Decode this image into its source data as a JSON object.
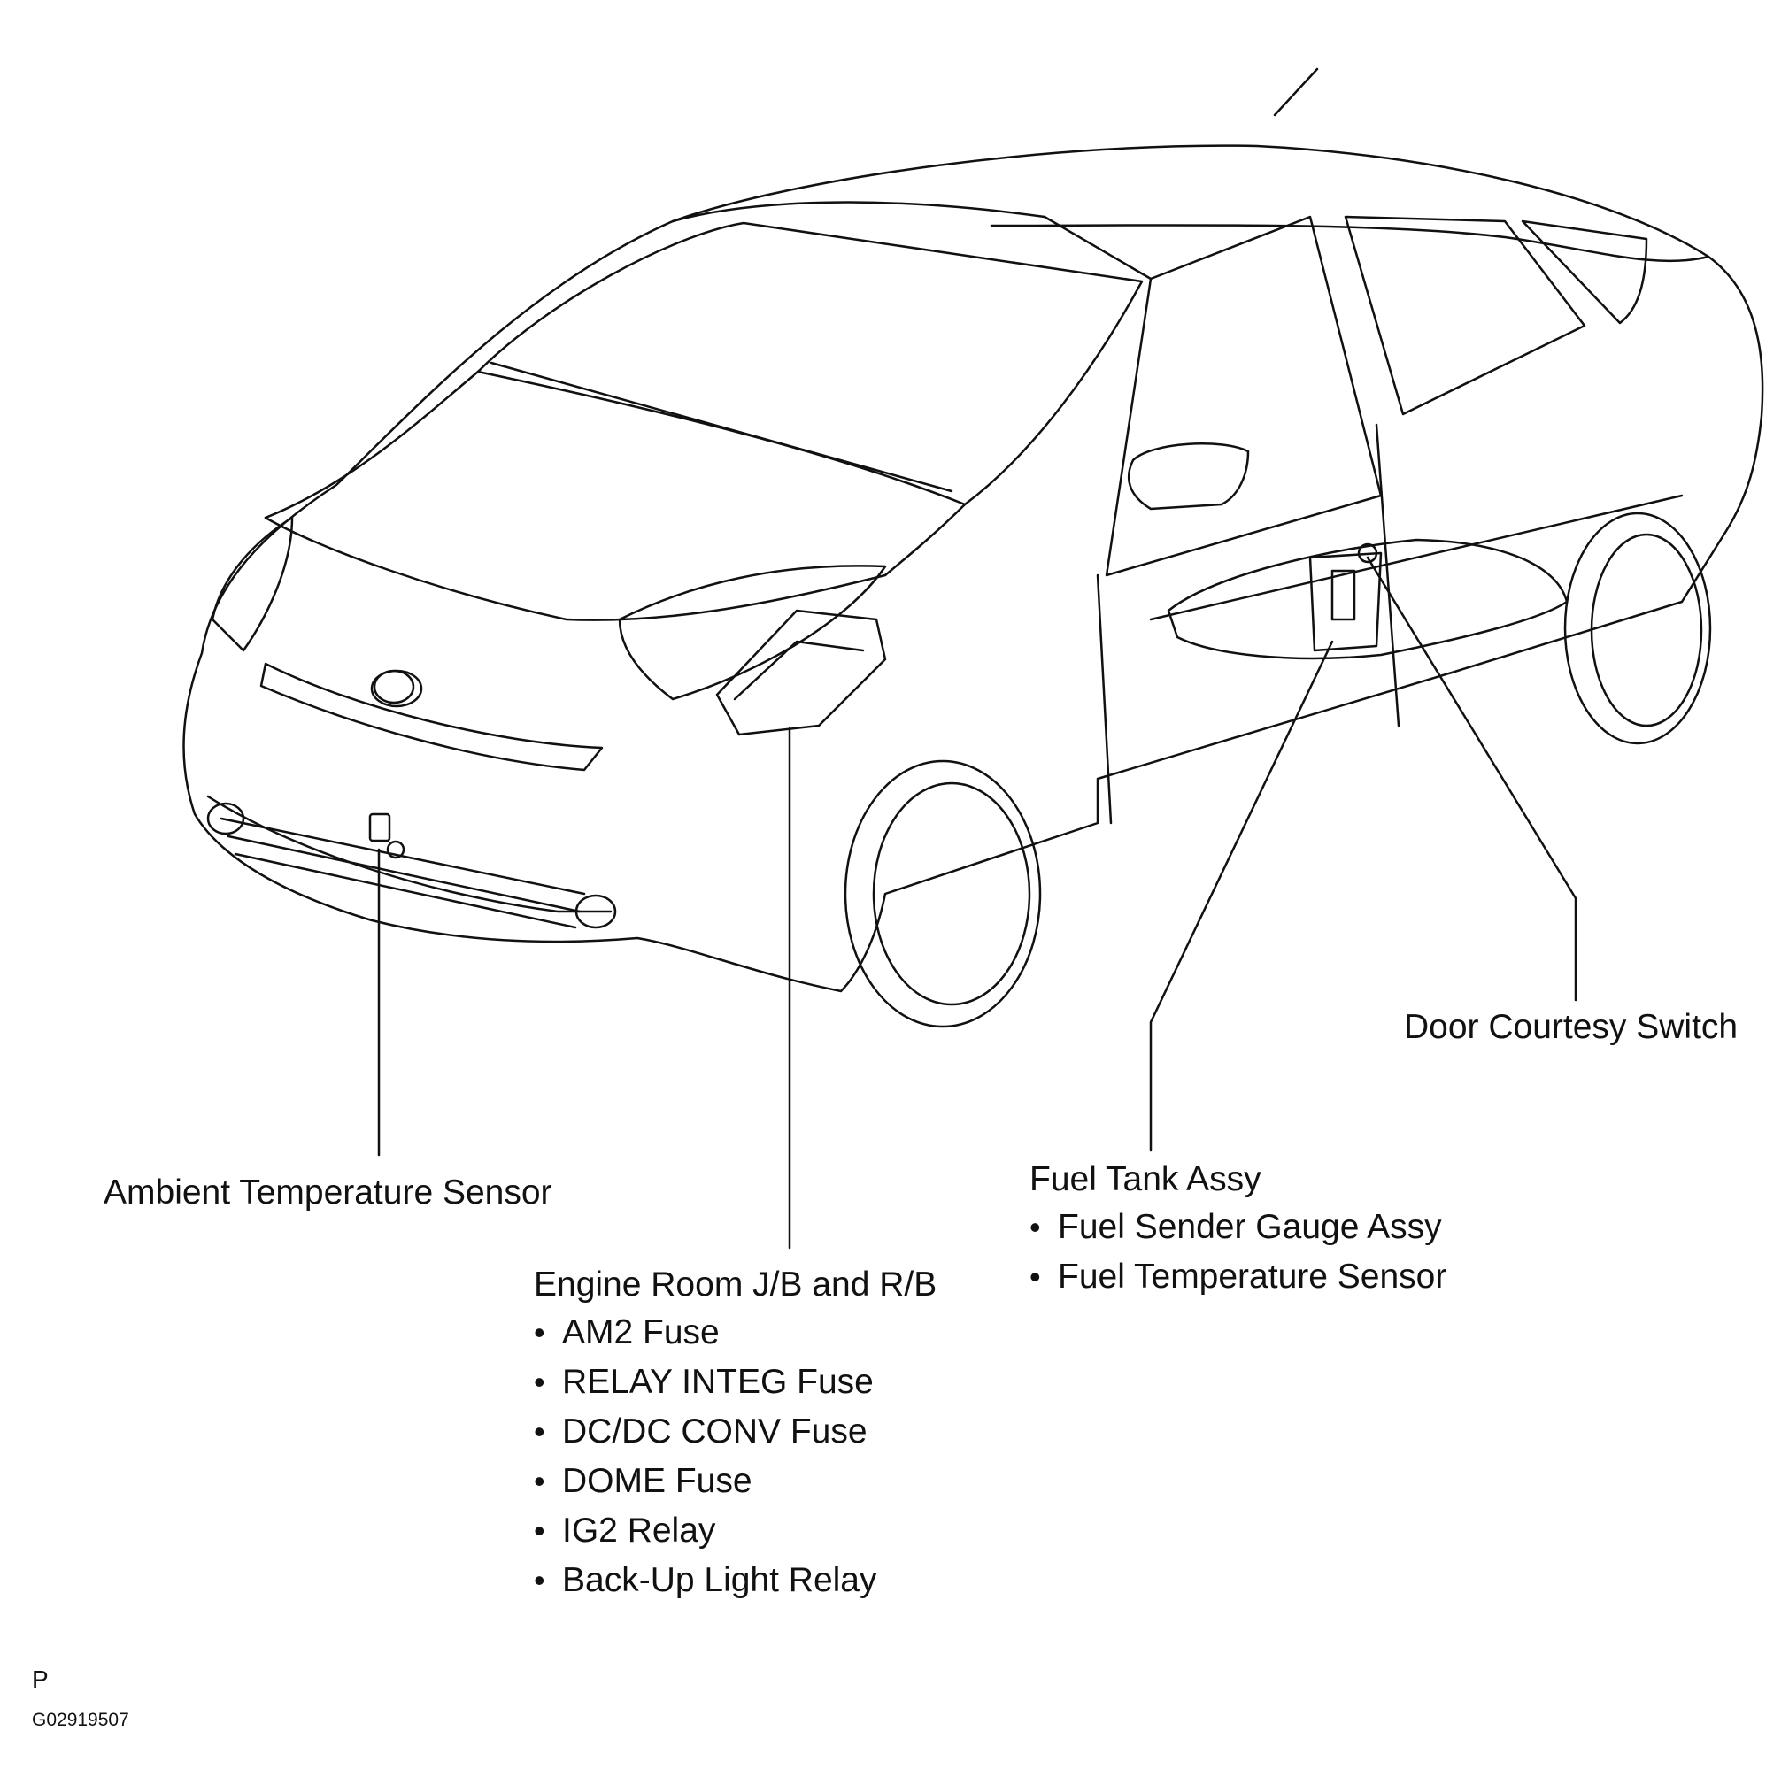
{
  "callouts": {
    "ambient_sensor": {
      "title": "Ambient Temperature Sensor"
    },
    "engine_room_jb": {
      "title": "Engine Room J/B and R/B",
      "items": [
        "AM2 Fuse",
        "RELAY INTEG Fuse",
        "DC/DC CONV Fuse",
        "DOME Fuse",
        "IG2 Relay",
        "Back-Up Light Relay"
      ]
    },
    "fuel_tank": {
      "title": "Fuel Tank Assy",
      "items": [
        "Fuel Sender Gauge Assy",
        "Fuel Temperature Sensor"
      ]
    },
    "door_switch": {
      "title": "Door Courtesy Switch"
    }
  },
  "footer": {
    "letter": "P",
    "code": "G02919507"
  },
  "colors": {
    "line": "#111111",
    "background": "#ffffff"
  }
}
